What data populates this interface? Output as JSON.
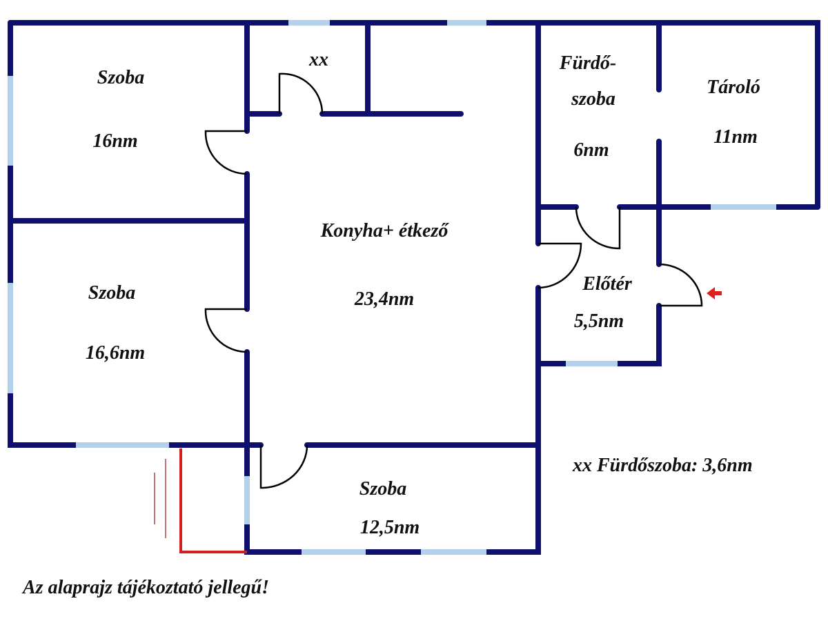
{
  "rooms": {
    "bedroom1": {
      "name": "Szoba",
      "area": "16nm"
    },
    "bedroom2": {
      "name": "Szoba",
      "area": "16,6nm"
    },
    "bedroom3": {
      "name": "Szoba",
      "area": "12,5nm"
    },
    "kitchen": {
      "name": "Konyha+ étkező",
      "area": "23,4nm"
    },
    "wc": {
      "name": "xx"
    },
    "bathroom": {
      "name_line1": "Fürdő-",
      "name_line2": "szoba",
      "area": "6nm"
    },
    "storage": {
      "name": "Tároló",
      "area": "11nm"
    },
    "hall": {
      "name": "Előtér",
      "area": "5,5nm"
    }
  },
  "notes": {
    "wc_note": "xx Fürdőszoba: 3,6nm",
    "disclaimer": "Az alaprajz tájékoztató jellegű!"
  },
  "colors": {
    "wall": "#0f0f6e",
    "window": "#b3d1ea",
    "entrance": "#e02020"
  }
}
